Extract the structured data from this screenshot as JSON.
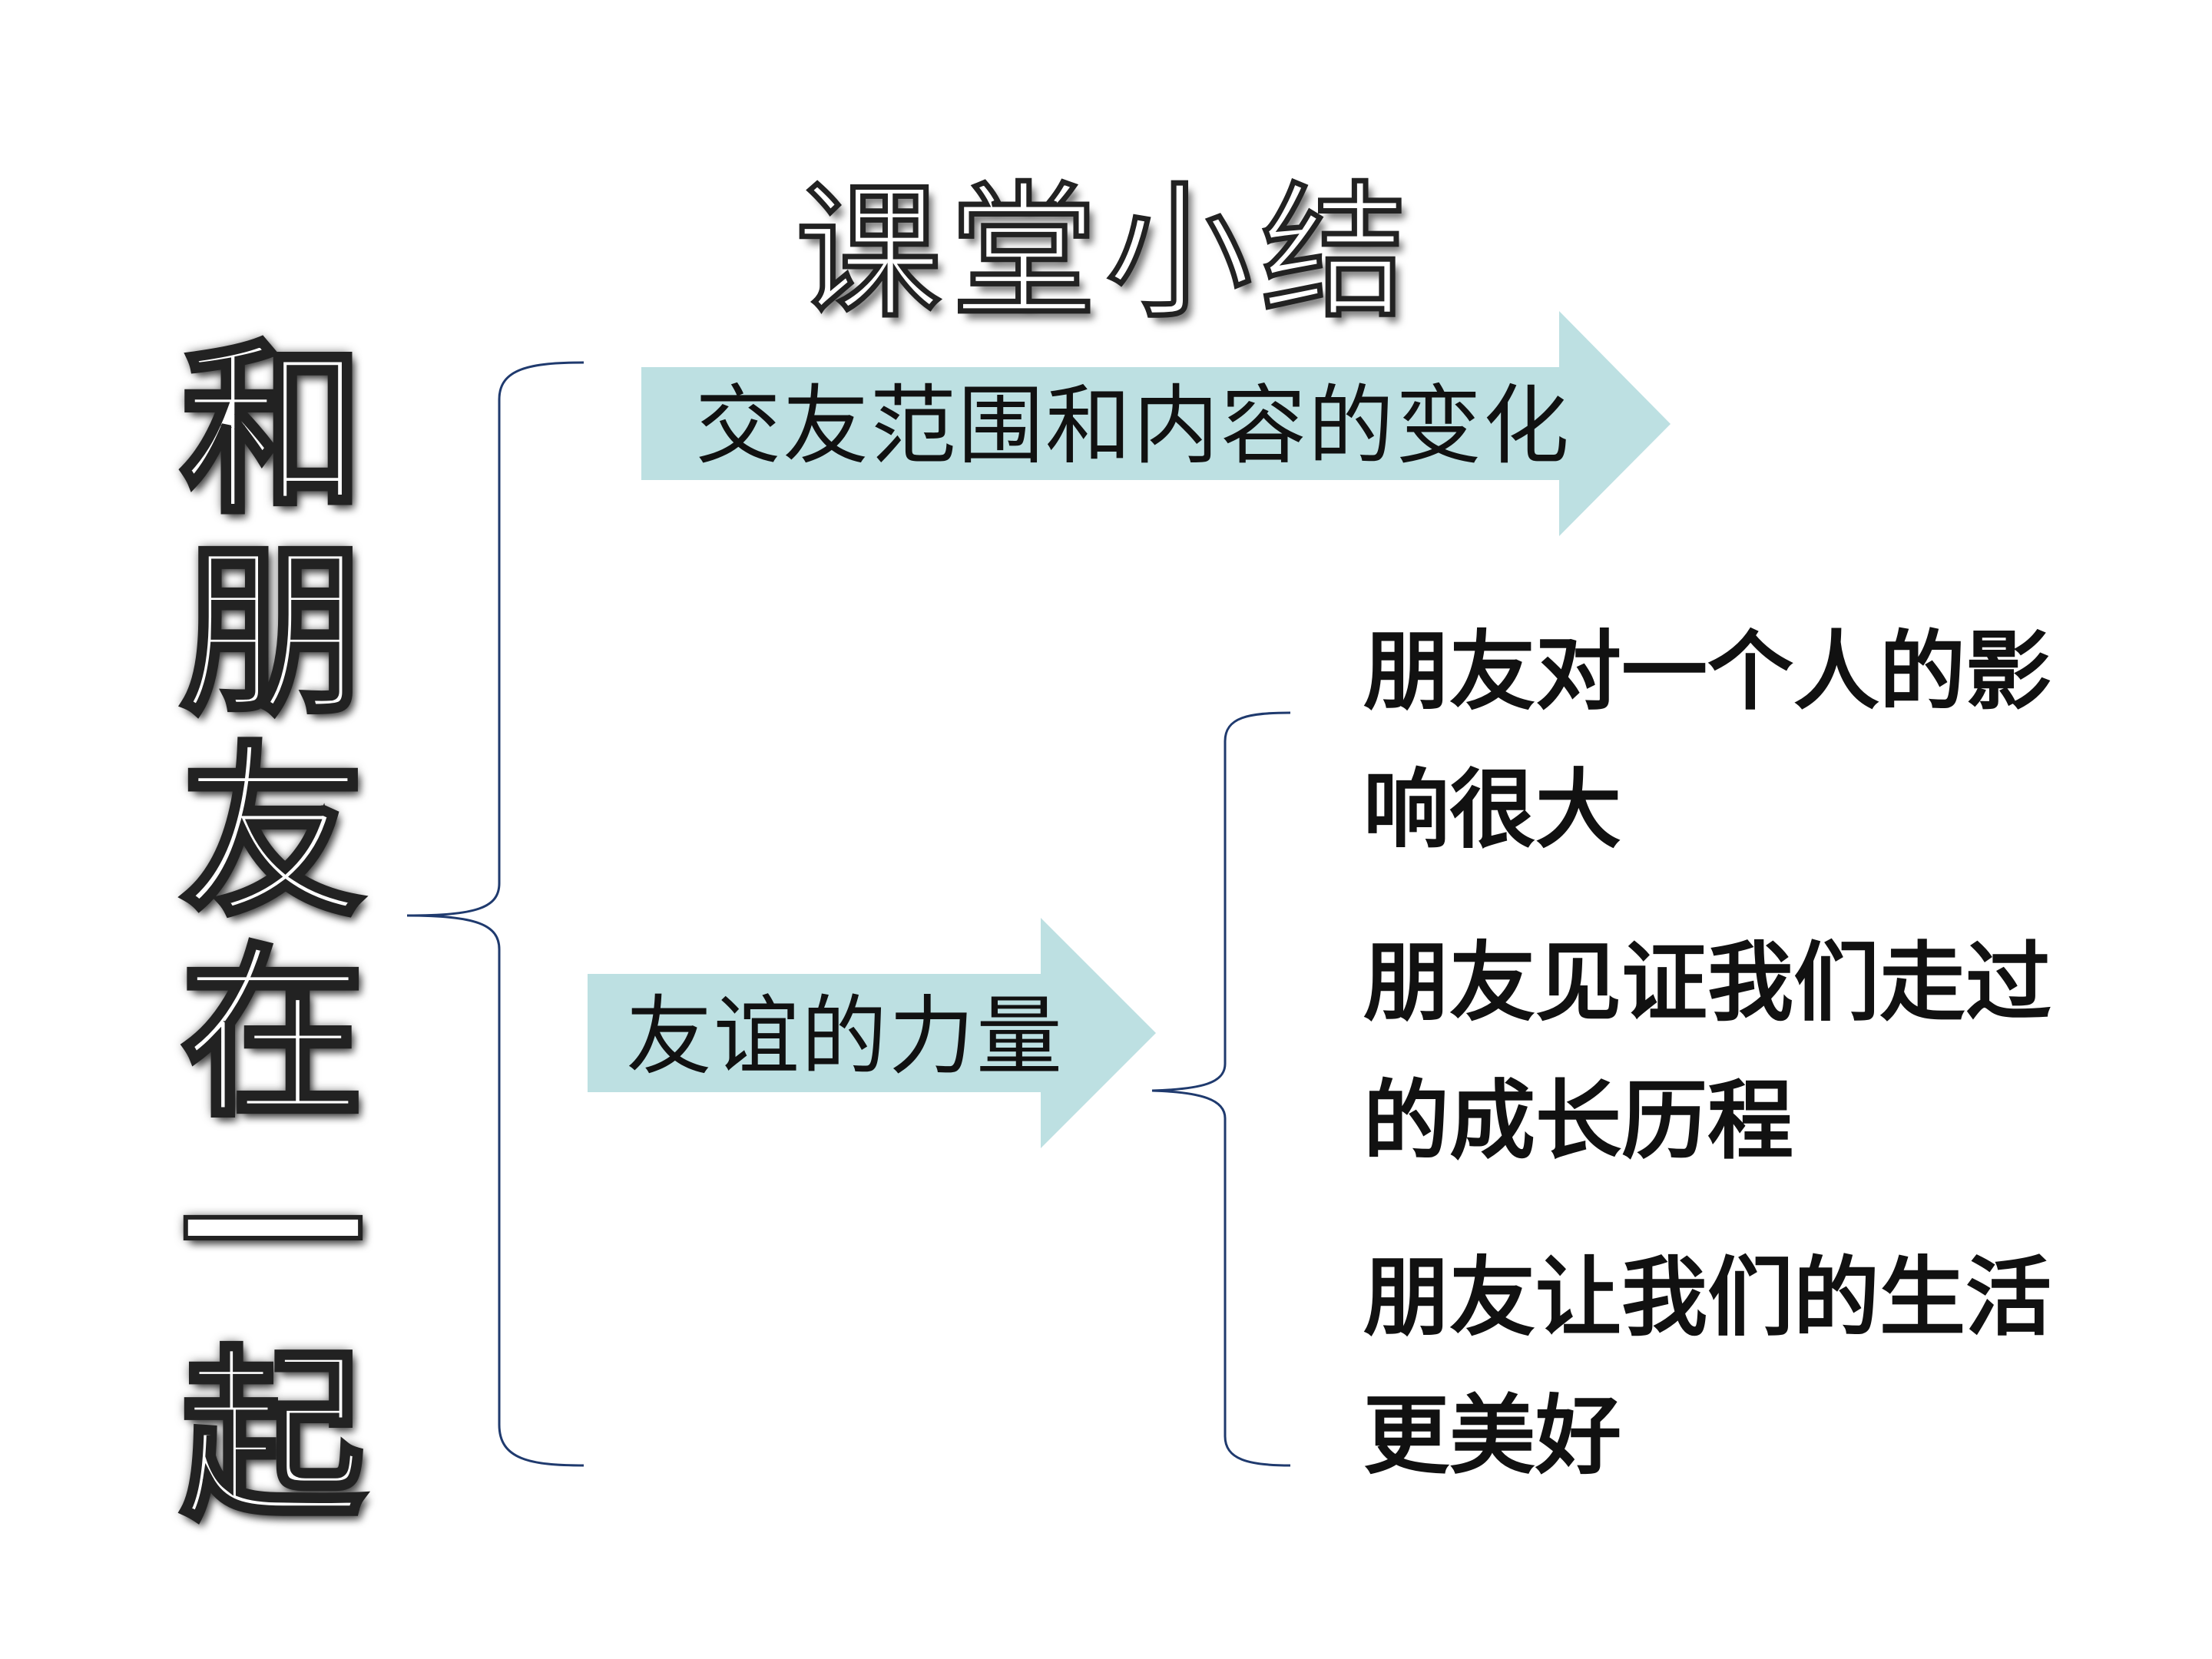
{
  "slide": {
    "title": "课堂小结",
    "vertical_title": [
      "和",
      "朋",
      "友",
      "在",
      "一",
      "起"
    ],
    "branches": {
      "top_arrow_label": "交友范围和内容的变化",
      "bottom_arrow_label": "友谊的力量"
    },
    "points": [
      "朋友对一个人的影响很大",
      "朋友见证我们走过的成长历程",
      "朋友让我们的生活更美好"
    ],
    "colors": {
      "arrow_fill": "#bde0e2",
      "bracket_stroke": "#1f3a6e",
      "text": "#111111"
    }
  }
}
